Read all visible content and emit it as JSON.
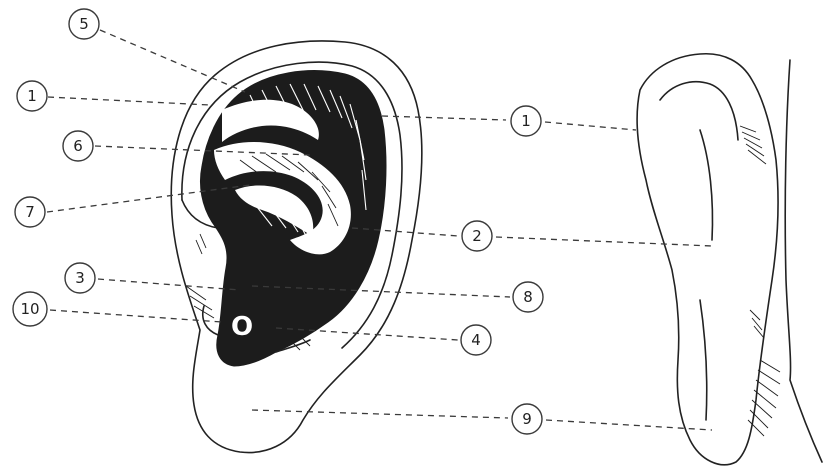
{
  "labels": {
    "l1_left": "1",
    "l1_right": "1",
    "l2": "2",
    "l3": "3",
    "l4": "4",
    "l5": "5",
    "l6": "6",
    "l7": "7",
    "l8": "8",
    "l9": "9",
    "l10": "10"
  },
  "meatus_mark": "O"
}
